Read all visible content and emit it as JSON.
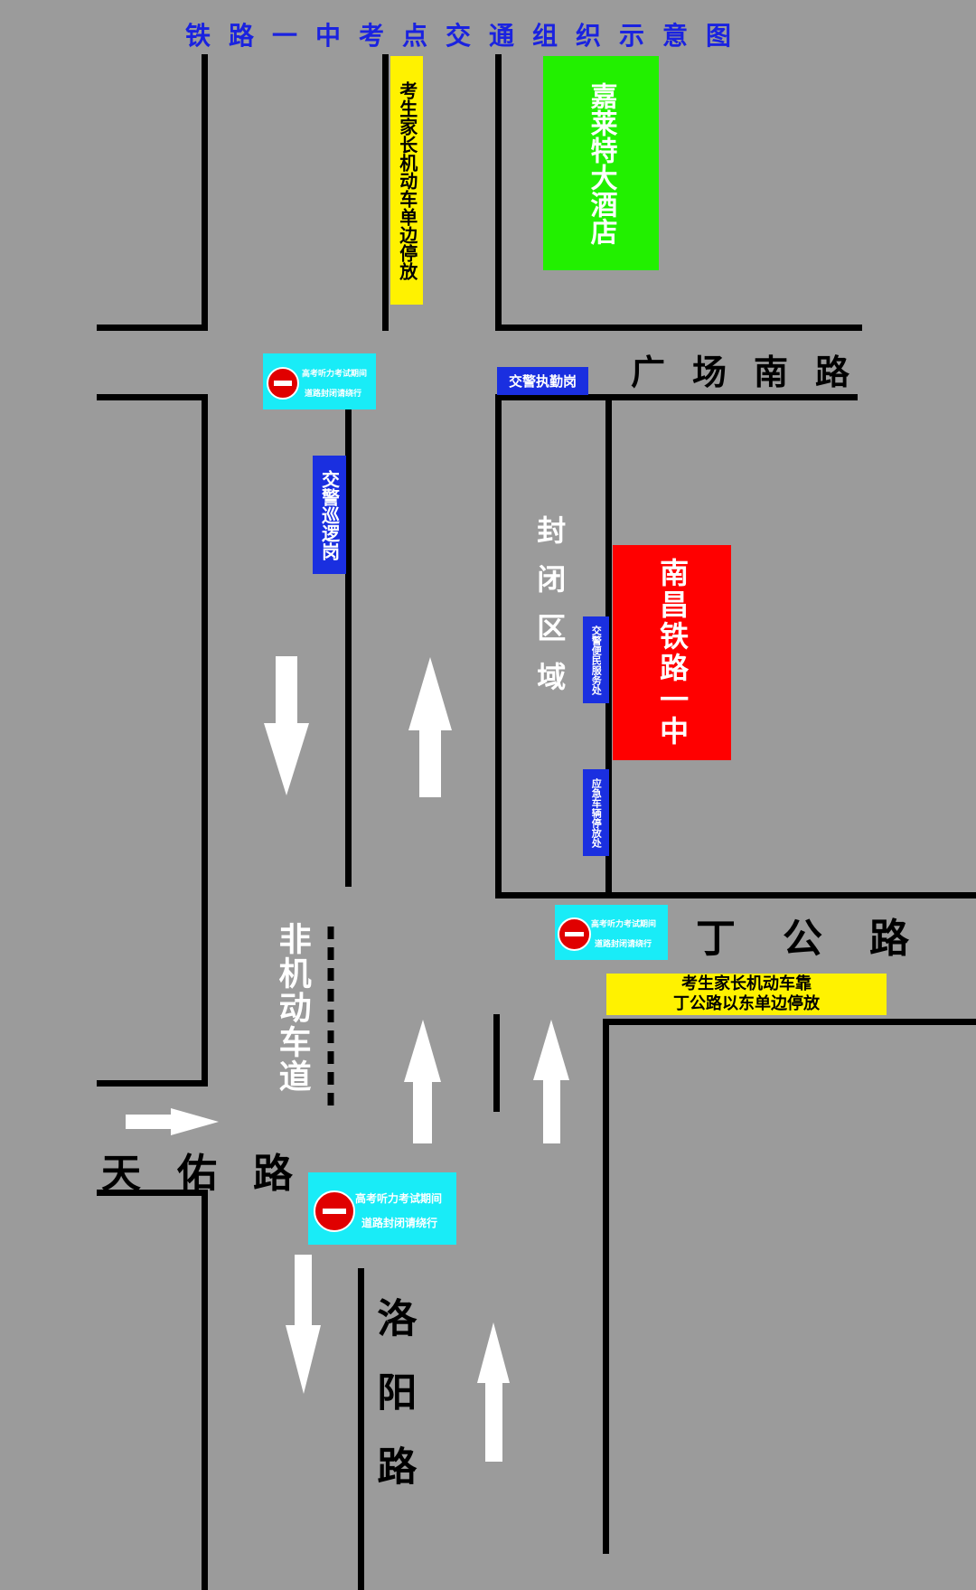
{
  "map": {
    "title": "铁路一中考点交通组织示意图",
    "colors": {
      "background": "#9b9b9b",
      "road_line": "#000000",
      "title": "#1a22e0",
      "hotel": "#22f000",
      "school": "#ff0000",
      "yellow_note": "#fff200",
      "blue_post": "#1a2fe0",
      "cyan_sign": "#19ecf7",
      "arrow": "#ffffff"
    },
    "roads": {
      "guangchang_south": "广场南路",
      "dinggong": "丁公路",
      "tianyou": "天佑路",
      "luoyang": "洛阳路",
      "non_motor_lane": "非机动车道"
    },
    "buildings": {
      "hotel": "嘉莱特大酒店",
      "school": "南昌铁路一中"
    },
    "zones": {
      "closed_area": "封闭区域"
    },
    "notes": {
      "parking_north": "考生家长机动车单边停放",
      "parking_east_line1": "考生家长机动车靠",
      "parking_east_line2": "丁公路以东单边停放"
    },
    "posts": {
      "patrol": "交警巡逻岗",
      "duty": "交警执勤岗",
      "service": "交警便民服务处",
      "emergency": "应急车辆停放处"
    },
    "signs": {
      "closure_line1": "高考听力考试期间",
      "closure_line2": "道路封闭请绕行",
      "closure_icon": "no-entry-icon"
    },
    "arrows": [
      {
        "id": "down-left-mid",
        "direction": "down"
      },
      {
        "id": "up-right-mid",
        "direction": "up"
      },
      {
        "id": "up-lower-left",
        "direction": "up"
      },
      {
        "id": "up-lower-right",
        "direction": "up"
      },
      {
        "id": "right-tianyou",
        "direction": "right"
      },
      {
        "id": "down-bottom",
        "direction": "down"
      },
      {
        "id": "up-bottom",
        "direction": "up"
      }
    ]
  }
}
